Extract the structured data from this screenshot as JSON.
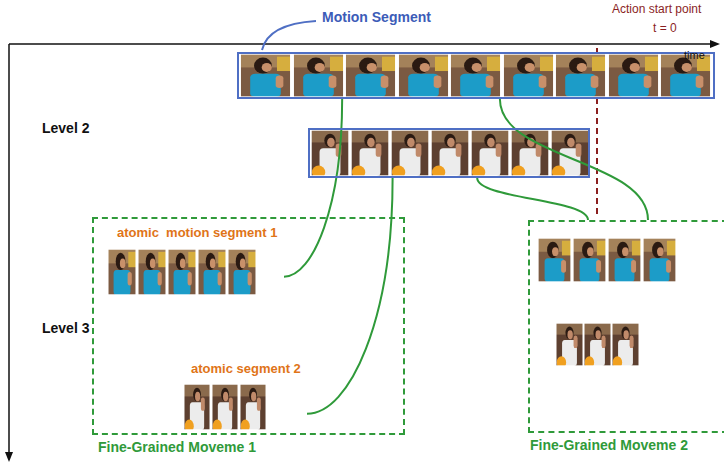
{
  "diagram": {
    "nodes": [
      {
        "text": [
          "Motion Segment"
        ]
      },
      {
        "text": []
      },
      {
        "text": [
          "Fine-Grained Moveme 1"
        ]
      },
      {
        "text": [
          "atomic  motion segment 1"
        ],
        "in": 2
      },
      {
        "text": [
          "atomic segment 2"
        ],
        "in": 2
      },
      {
        "text": [
          "Fine-Grained Moveme 2"
        ]
      }
    ],
    "edges": [
      {
        "from": 0,
        "to": 3,
        "arrow": "none"
      },
      {
        "from": 1,
        "to": 4,
        "arrow": "none"
      },
      {
        "from": 0,
        "to": 5,
        "arrow": "none"
      },
      {
        "from": 1,
        "to": 5,
        "arrow": "none"
      }
    ],
    "labels": [
      "Action start point",
      "t = 0",
      "time",
      "Level 2",
      "Level 3"
    ]
  }
}
